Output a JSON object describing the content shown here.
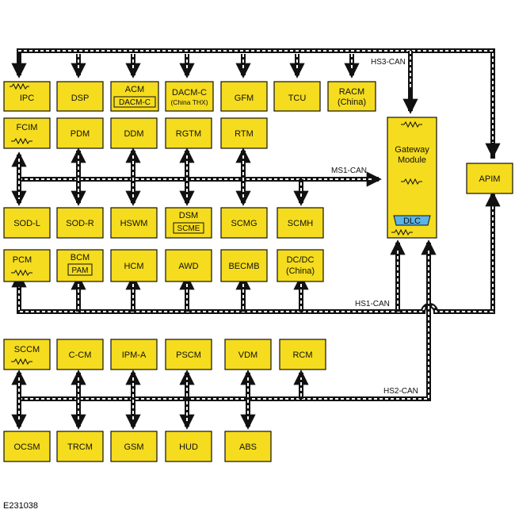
{
  "buses": {
    "hs3": "HS3-CAN",
    "ms1": "MS1-CAN",
    "hs1": "HS1-CAN",
    "hs2": "HS2-CAN"
  },
  "modules": {
    "ipc": "IPC",
    "dsp": "DSP",
    "acm": "ACM",
    "acm_sub": "DACM-C",
    "dacm": "DACM-C",
    "dacm_sub": "(China THX)",
    "gfm": "GFM",
    "tcu": "TCU",
    "racm": "RACM",
    "racm_sub": "(China)",
    "fcim": "FCIM",
    "pdm": "PDM",
    "ddm": "DDM",
    "rgtm": "RGTM",
    "rtm": "RTM",
    "gateway_line1": "Gateway",
    "gateway_line2": "Module",
    "dlc": "DLC",
    "apim": "APIM",
    "sodl": "SOD-L",
    "sodr": "SOD-R",
    "hswm": "HSWM",
    "dsm": "DSM",
    "dsm_sub": "SCME",
    "scmg": "SCMG",
    "scmh": "SCMH",
    "pcm": "PCM",
    "bcm": "BCM",
    "bcm_sub": "PAM",
    "hcm": "HCM",
    "awd": "AWD",
    "becmb": "BECMB",
    "dcdc": "DC/DC",
    "dcdc_sub": "(China)",
    "sccm": "SCCM",
    "ccm": "C-CM",
    "ipma": "IPM-A",
    "pscm": "PSCM",
    "vdm": "VDM",
    "rcm": "RCM",
    "ocsm": "OCSM",
    "trcm": "TRCM",
    "gsm": "GSM",
    "hud": "HUD",
    "abs": "ABS"
  },
  "figure_id": "E231038"
}
